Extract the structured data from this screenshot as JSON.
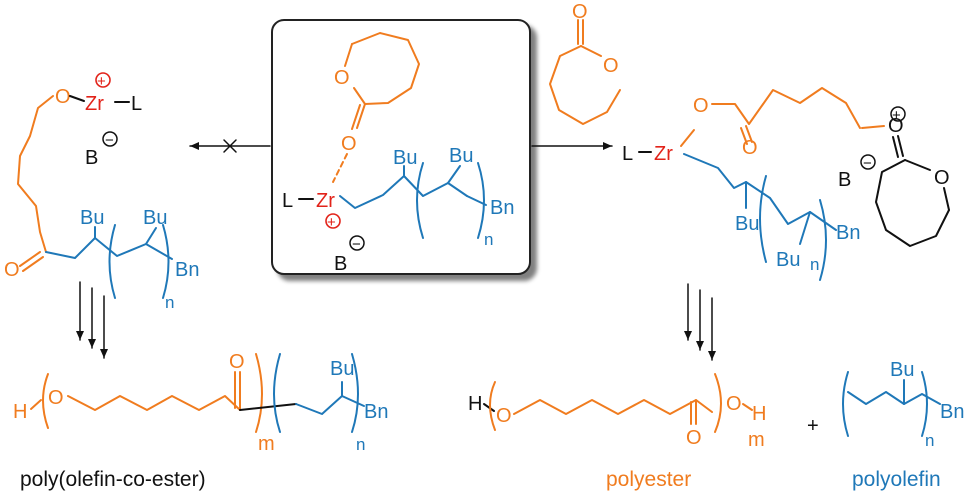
{
  "atoms": {
    "O": "O",
    "Zr": "Zr",
    "L": "L",
    "B": "B",
    "Bu": "Bu",
    "Bn": "Bn",
    "H": "H",
    "n": "n",
    "m": "m",
    "plus": "+",
    "pos_charge": "+",
    "neg_charge": "−"
  },
  "captions": {
    "copolymer": "poly(olefin-co-ester)",
    "polyester": "polyester",
    "polyolefin": "polyolefin"
  },
  "colors": {
    "ester_fragment": "#F07C1F",
    "olefin_fragment": "#1F78B8",
    "zirconium": "#E2231A",
    "bonds": "#111111"
  }
}
